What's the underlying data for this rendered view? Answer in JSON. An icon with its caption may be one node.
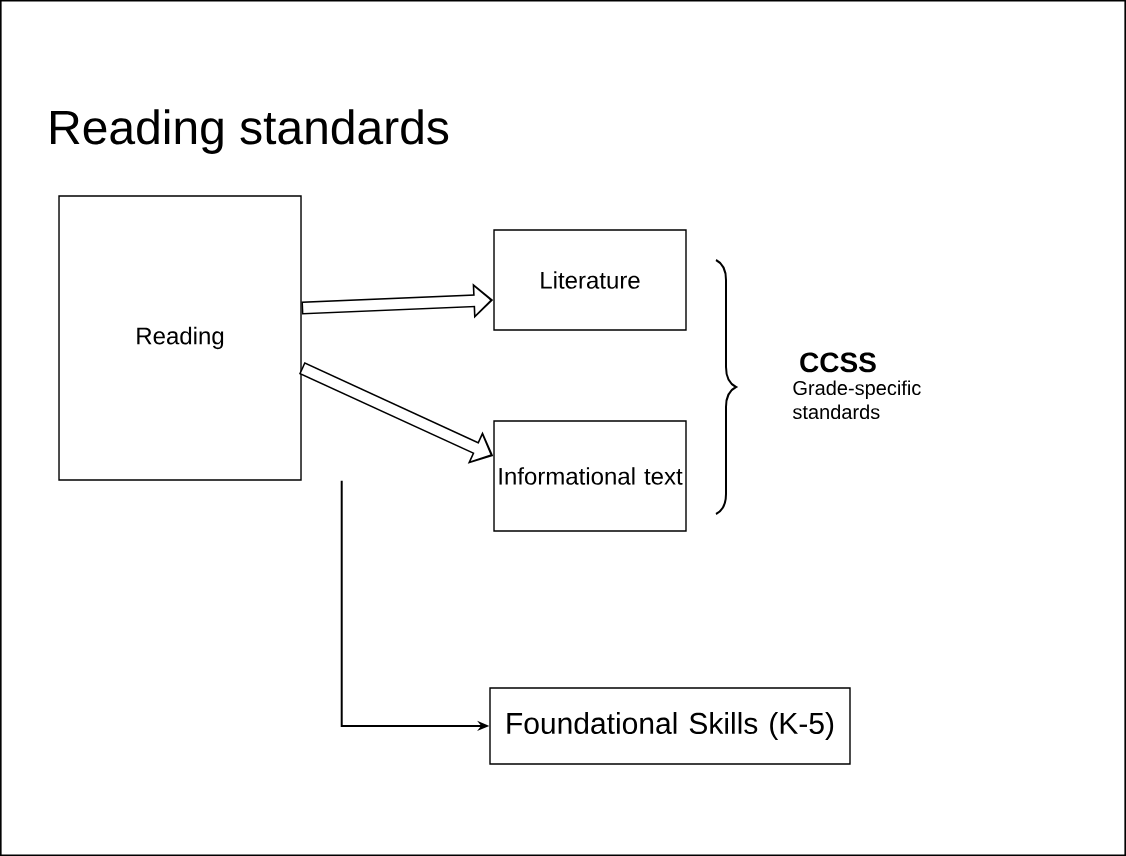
{
  "diagram": {
    "title": "Reading standards",
    "nodes": [
      {
        "text": [
          "Reading"
        ]
      },
      {
        "text": [
          "Literature"
        ]
      },
      {
        "text": [
          "Informational text"
        ]
      },
      {
        "text": [
          "Foundational Skills (K-5)"
        ]
      }
    ],
    "edges": [
      {
        "from": 0,
        "to": 1,
        "arrow": "to"
      },
      {
        "from": 0,
        "to": 2,
        "arrow": "to"
      },
      {
        "from": 0,
        "to": 3,
        "arrow": "to"
      }
    ],
    "labels": [
      "CCSS",
      "Grade-specific standards"
    ]
  }
}
